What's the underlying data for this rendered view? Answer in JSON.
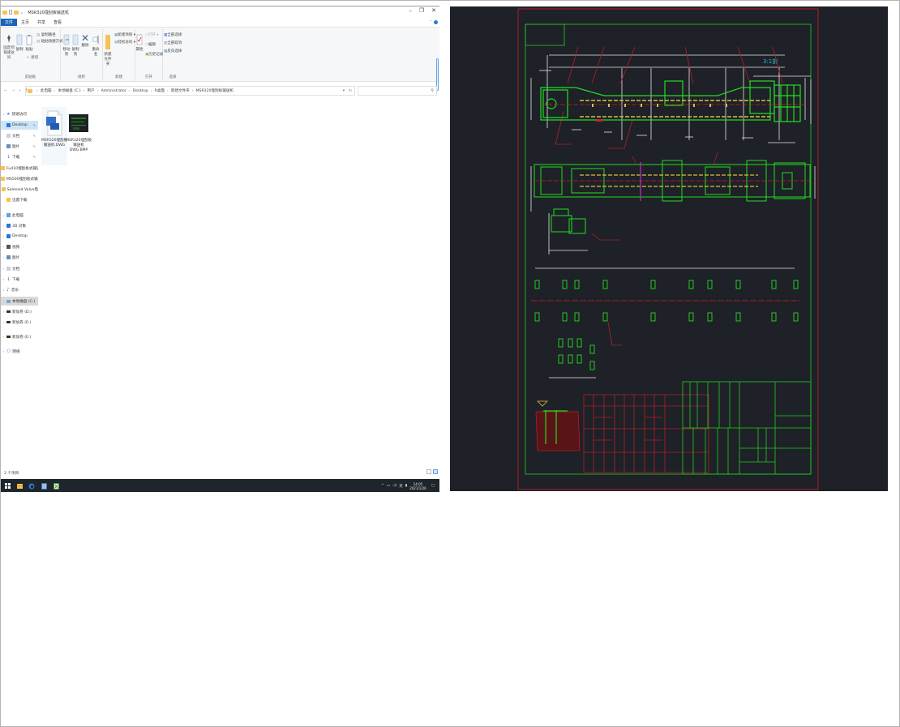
{
  "explorer": {
    "window_title": "MSR320埋刮板输送机",
    "window_controls": {
      "minimize": "–",
      "maximize": "❐",
      "close": "✕"
    },
    "ribbon_tabs": [
      {
        "label": "文件",
        "active": true
      },
      {
        "label": "主页",
        "active": false
      },
      {
        "label": "共享",
        "active": false
      },
      {
        "label": "查看",
        "active": false
      }
    ],
    "ribbon": {
      "clipboard": {
        "group_label": "剪贴板",
        "pin_quick_access": "固定到快速访问",
        "copy": "复制",
        "paste": "粘贴",
        "copy_path": "复制路径",
        "paste_shortcut": "粘贴快捷方式",
        "cut": "剪切"
      },
      "organize": {
        "group_label": "组织",
        "move_to": "移动到",
        "copy_to": "复制到",
        "delete": "删除",
        "rename": "重命名"
      },
      "new": {
        "group_label": "新建",
        "new_folder": "新建文件夹",
        "new_item": "新建项目",
        "easy_access": "轻松访问"
      },
      "open": {
        "group_label": "打开",
        "properties": "属性",
        "open": "打开",
        "edit": "编辑",
        "history": "历史记录"
      },
      "select": {
        "group_label": "选择",
        "select_all": "全部选择",
        "select_none": "全部取消",
        "invert": "反向选择"
      }
    },
    "address": {
      "breadcrumbs": [
        "此电脑",
        "本地磁盘 (C:)",
        "用户",
        "Administrator",
        "Desktop",
        "R桌面",
        "新建文件夹",
        "MSR320埋刮板输送机"
      ],
      "search_placeholder": ""
    },
    "nav_pane": {
      "quick_access_label": "快速访问",
      "quick_access": [
        {
          "label": "Desktop",
          "pinned": true,
          "icon": "desktop-icon",
          "color": "#2a78d6"
        },
        {
          "label": "文档",
          "pinned": true,
          "icon": "documents-icon",
          "color": "#9ab0c8"
        },
        {
          "label": "图片",
          "pinned": true,
          "icon": "pictures-icon",
          "color": "#6a8fb6"
        },
        {
          "label": "下载",
          "pinned": true,
          "icon": "downloads-icon",
          "color": "#2a78d6"
        },
        {
          "label": "Fu410埋刮板式输送机",
          "pinned": false,
          "icon": "folder-icon",
          "color": "#f4c44f"
        },
        {
          "label": "MS500埋刮板式输送机",
          "pinned": false,
          "icon": "folder-icon",
          "color": "#f4c44f"
        },
        {
          "label": "Solenoid Valve电",
          "pinned": false,
          "icon": "folder-icon",
          "color": "#f4c44f"
        },
        {
          "label": "迅雷下载",
          "pinned": false,
          "icon": "folder-icon",
          "color": "#f4c44f"
        }
      ],
      "this_pc_label": "此电脑",
      "this_pc": [
        {
          "label": "3D 对象",
          "icon": "3d-objects-icon",
          "color": "#2a78d6"
        },
        {
          "label": "Desktop",
          "icon": "desktop-icon",
          "color": "#2a78d6"
        },
        {
          "label": "视频",
          "icon": "videos-icon",
          "color": "#555"
        },
        {
          "label": "图片",
          "icon": "pictures-icon",
          "color": "#6a8fb6"
        },
        {
          "label": "文档",
          "icon": "documents-icon",
          "color": "#9ab0c8"
        },
        {
          "label": "下载",
          "icon": "downloads-icon",
          "color": "#2a78d6"
        },
        {
          "label": "音乐",
          "icon": "music-icon",
          "color": "#2a78d6"
        },
        {
          "label": "本地磁盘 (C:)",
          "icon": "drive-icon",
          "color": "#2a78d6",
          "hover": true
        },
        {
          "label": "新加卷 (D:)",
          "icon": "drive-icon",
          "color": "#333"
        },
        {
          "label": "新加卷 (E:)",
          "icon": "drive-icon",
          "color": "#333"
        }
      ],
      "extra": [
        {
          "label": "新加卷 (E:)",
          "icon": "drive-icon",
          "color": "#333"
        },
        {
          "label": "网络",
          "icon": "network-icon",
          "color": "#2a78d6"
        }
      ]
    },
    "files": [
      {
        "name_line1": "MSR320埋刮板",
        "name_line2": "输送机.DWG",
        "name_line3": "",
        "type": "dwg"
      },
      {
        "name_line1": "MSR320埋刮板",
        "name_line2": "输送机",
        "name_line3": "DWG.BMP",
        "type": "bmp"
      }
    ],
    "status": {
      "item_count": "2 个项目"
    },
    "taskbar": {
      "apps": [
        {
          "name": "start",
          "icon": "windows-start-icon"
        },
        {
          "name": "file-explorer",
          "icon": "file-explorer-icon",
          "active": true
        },
        {
          "name": "browser",
          "icon": "browser-icon",
          "active": false
        },
        {
          "name": "document-app",
          "icon": "document-app-icon",
          "active": false
        },
        {
          "name": "spreadsheet-app",
          "icon": "spreadsheet-app-icon",
          "active": false
        }
      ],
      "tray": {
        "chevron": "^",
        "ime": "英",
        "time": "14:05",
        "date": "2021/1/26"
      }
    }
  },
  "cad_preview": {
    "title_label": "3:1剖",
    "colors": {
      "background": "#1e2127",
      "frame_red": "#b0202a",
      "green": "#22dd22",
      "white": "#e6e6e6",
      "yellow": "#d8c040",
      "red": "#d02020",
      "cyan": "#20b8d0",
      "magenta": "#c030c0"
    }
  }
}
